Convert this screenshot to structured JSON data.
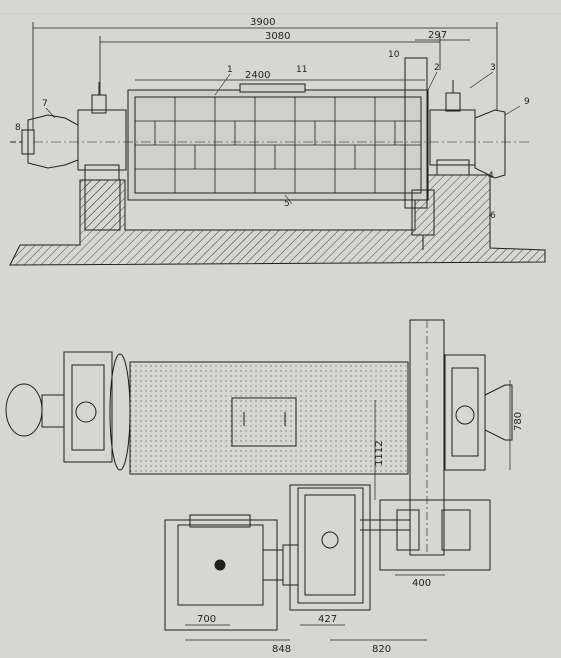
{
  "dimensions": {
    "total_length": "3900",
    "shell_length": "3080",
    "shell_inner": "2400",
    "top_right": "297",
    "vertical_a": "1112",
    "vertical_b": "780",
    "width_400": "400",
    "d700": "700",
    "d848": "848",
    "d427": "427",
    "d820": "820"
  },
  "part_labels": [
    "1",
    "2",
    "3",
    "4",
    "5",
    "6",
    "7",
    "8",
    "9",
    "10",
    "11"
  ],
  "colors": {
    "paper": "#d6d6d2",
    "line": "#1f1f1f",
    "hatch": "#555555",
    "concrete": "#b9b9b5"
  }
}
